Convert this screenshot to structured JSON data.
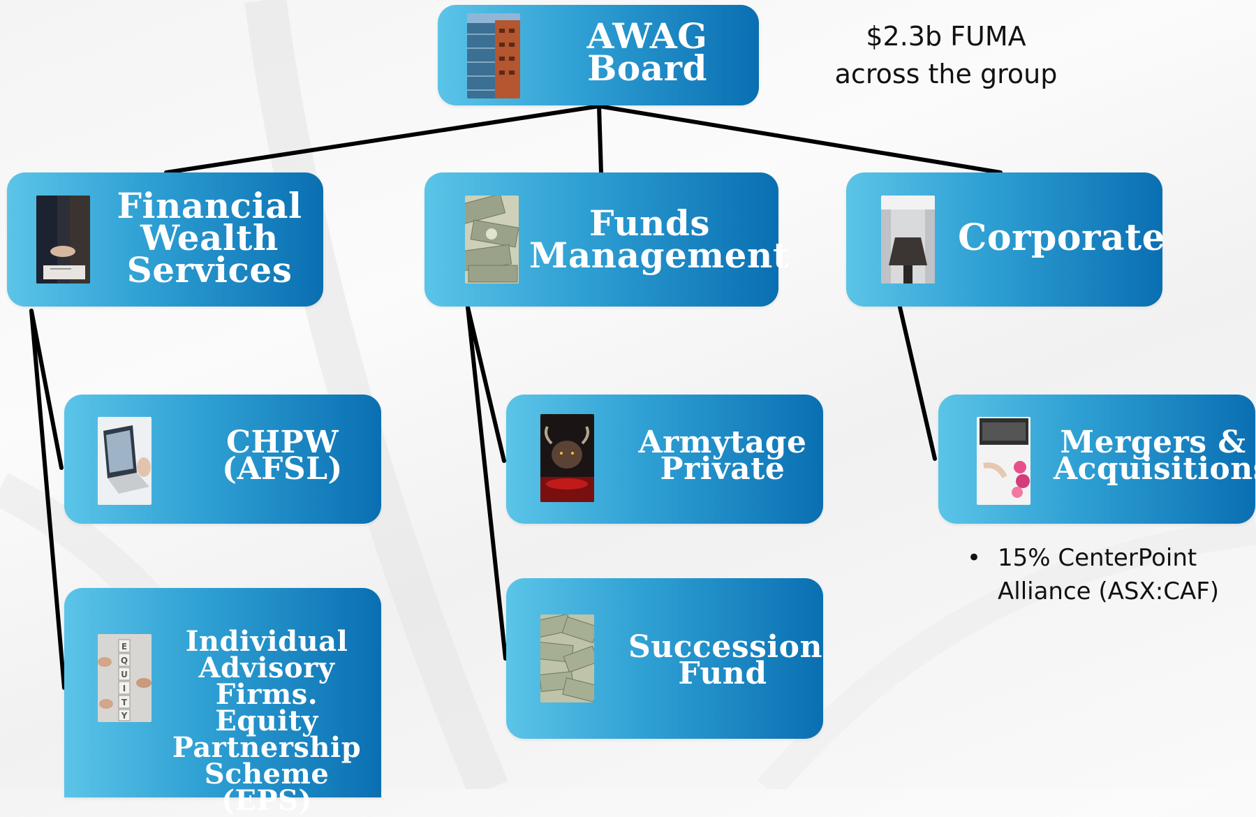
{
  "top_note": {
    "line1": "$2.3b FUMA",
    "line2": "across the group"
  },
  "nodes": {
    "board": {
      "label": "AWAG\nBoard",
      "icon": "building-photo"
    },
    "financial": {
      "label": "Financial\nWealth\nServices",
      "icon": "handshake-photo"
    },
    "funds": {
      "label": "Funds\nManagement",
      "icon": "money-photo"
    },
    "corporate": {
      "label": "Corporate",
      "icon": "boardroom-photo"
    },
    "chpw": {
      "label": "CHPW\n(AFSL)",
      "icon": "laptop-photo"
    },
    "advisory": {
      "label": "Individual\nAdvisory\nFirms. Equity\nPartnership\nScheme (EPS)",
      "icon": "equity-blocks-photo"
    },
    "armytage": {
      "label": "Armytage\nPrivate",
      "icon": "bull-photo"
    },
    "succession": {
      "label": "Succession\nFund",
      "icon": "dollar-bills-photo"
    },
    "mergers": {
      "label": "Mergers &\nAcquisitions",
      "icon": "desk-laptop-photo"
    }
  },
  "mergers_note": {
    "bullet": "•",
    "line1": "15% CenterPoint",
    "line2": "Alliance (ASX:CAF)"
  },
  "colors": {
    "box_light": "#5bc4e8",
    "box_dark": "#0a6fb2",
    "connector": "#000000"
  }
}
